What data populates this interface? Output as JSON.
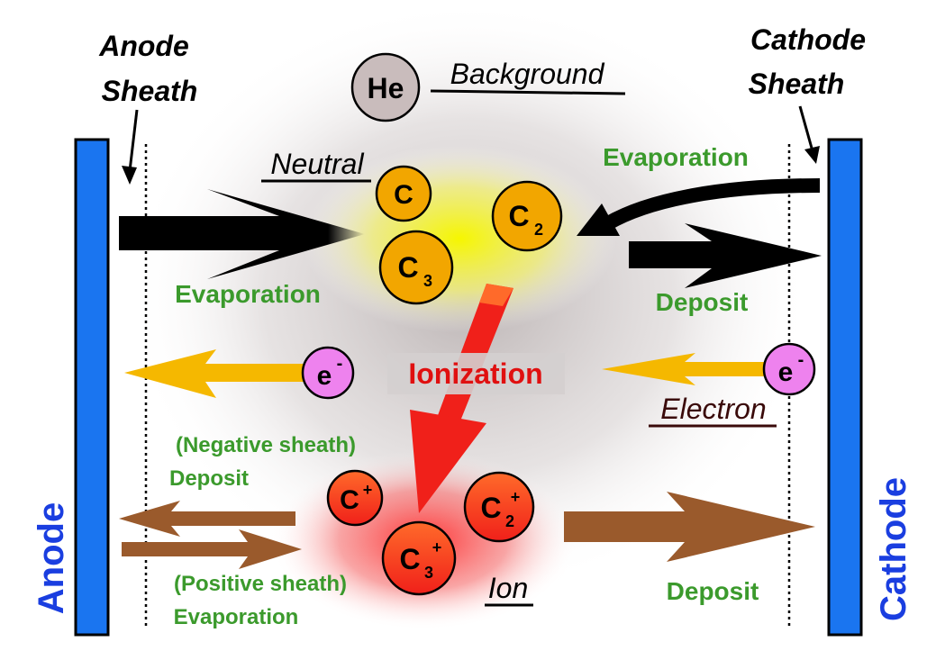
{
  "labels": {
    "anode_sheath_1": "Anode",
    "anode_sheath_2": "Sheath",
    "cathode_sheath_1": "Cathode",
    "cathode_sheath_2": "Sheath",
    "background": "Background",
    "neutral": "Neutral",
    "ion": "Ion",
    "electron": "Electron",
    "ionization": "Ionization",
    "evaporation_left": "Evaporation",
    "evaporation_right": "Evaporation",
    "deposit_right_top": "Deposit",
    "deposit_right_bottom": "Deposit",
    "negative_sheath": "(Negative sheath)",
    "deposit_left": "Deposit",
    "positive_sheath": "(Positive sheath)",
    "evaporation_left_bottom": "Evaporation",
    "anode": "Anode",
    "cathode": "Cathode"
  },
  "particles": {
    "he": "He",
    "c": "C",
    "c2": "C",
    "c2_sub": "2",
    "c3": "C",
    "c3_sub": "3",
    "e_left": "e",
    "e_left_sup": "-",
    "e_right": "e",
    "e_right_sup": "-",
    "cplus": "C",
    "cplus_sup": "+",
    "c2plus": "C",
    "c2plus_sub": "2",
    "c2plus_sup": "+",
    "c3plus": "C",
    "c3plus_sub": "3",
    "c3plus_sup": "+"
  },
  "colors": {
    "electrode": "#1a75f0",
    "neutral_particle": "#f2a600",
    "ion_particle": "#f2672a",
    "electron_particle": "#ee82ee",
    "he_particle": "#c9bcbc",
    "green_text": "#3b9a2c",
    "blue_text": "#1a3ee0",
    "ionization_red": "#e01010",
    "brown_arrow": "#9a5a2c",
    "yellow_arrow": "#f5b800"
  }
}
